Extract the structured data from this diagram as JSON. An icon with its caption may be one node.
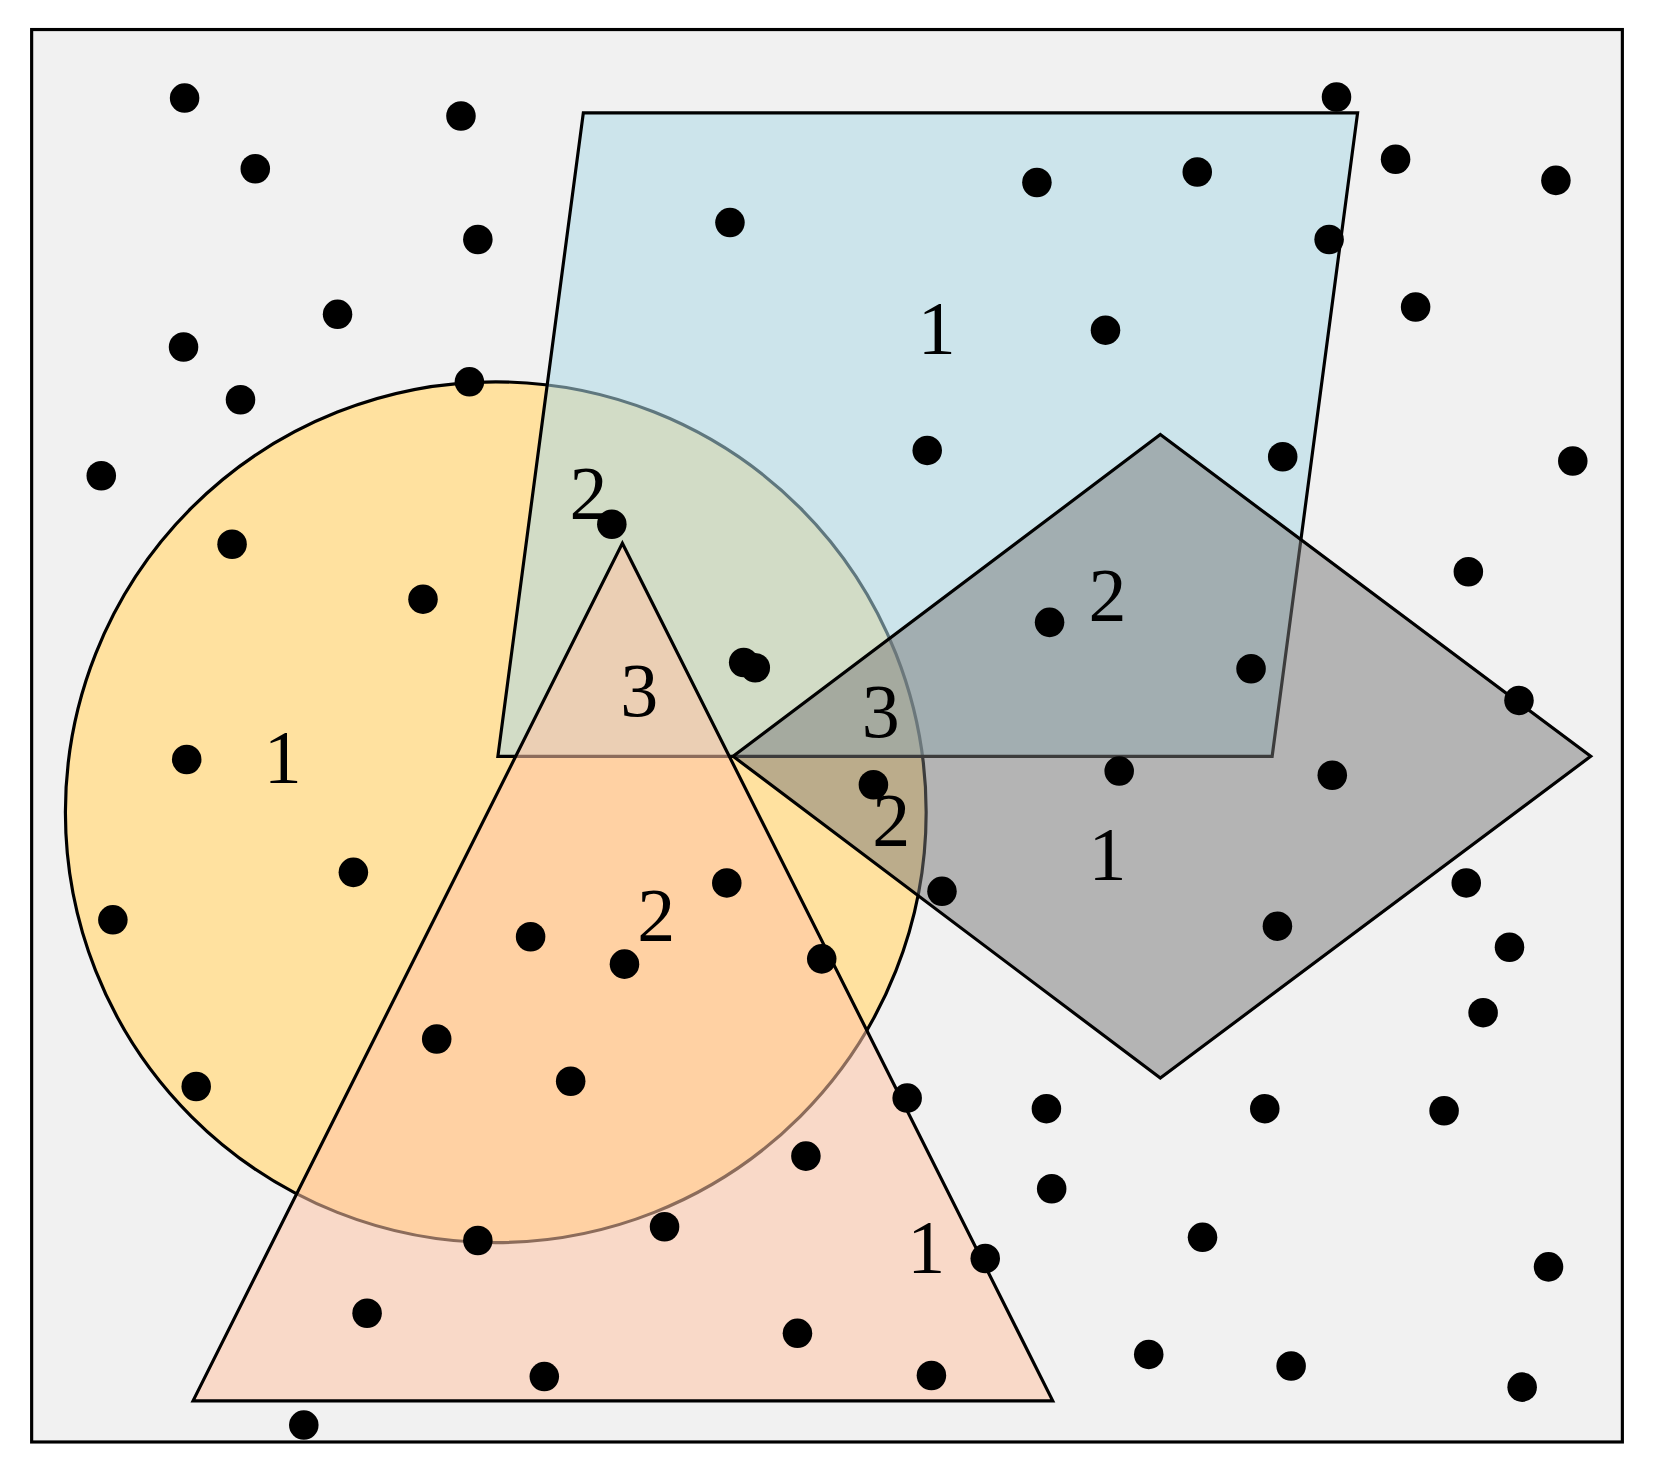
{
  "diagram": {
    "nodes": [
      {
        "text": [
          "1"
        ]
      },
      {
        "text": [
          "1"
        ]
      },
      {
        "text": [
          "1"
        ]
      },
      {
        "text": [
          "1"
        ]
      }
    ],
    "labels": [
      "2",
      "2",
      "3",
      "3",
      "2",
      "2"
    ]
  }
}
